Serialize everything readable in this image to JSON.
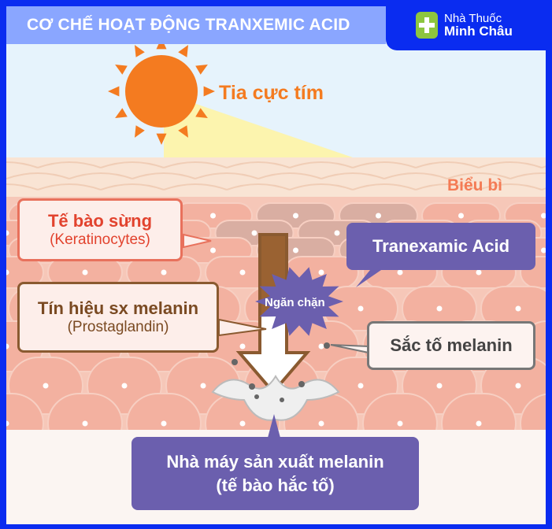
{
  "header": {
    "title": "CƠ CHẾ HOẠT ĐỘNG TRANXEMIC ACID"
  },
  "logo": {
    "line1": "Nhà Thuốc",
    "line2": "Minh Châu"
  },
  "labels": {
    "uv": "Tia cực tím",
    "epidermis": "Biểu bì",
    "block": "Ngăn chặn"
  },
  "boxes": {
    "keratinocytes": {
      "title": "Tế bào sừng",
      "subtitle": "(Keratinocytes)"
    },
    "tranexamic": {
      "title": "Tranexamic Acid"
    },
    "signal": {
      "title": "Tín hiệu sx melanin",
      "subtitle": "(Prostaglandin)"
    },
    "pigment": {
      "title": "Sắc tố melanin"
    },
    "factory": {
      "line1": "Nhà máy sản xuất melanin",
      "line2": "(tế bào hắc tố)"
    }
  },
  "colors": {
    "brand_blue": "#0a2cf0",
    "accent_purple": "#6b5fae",
    "sun": "#f47b20",
    "logo_green": "#8dc63f"
  }
}
